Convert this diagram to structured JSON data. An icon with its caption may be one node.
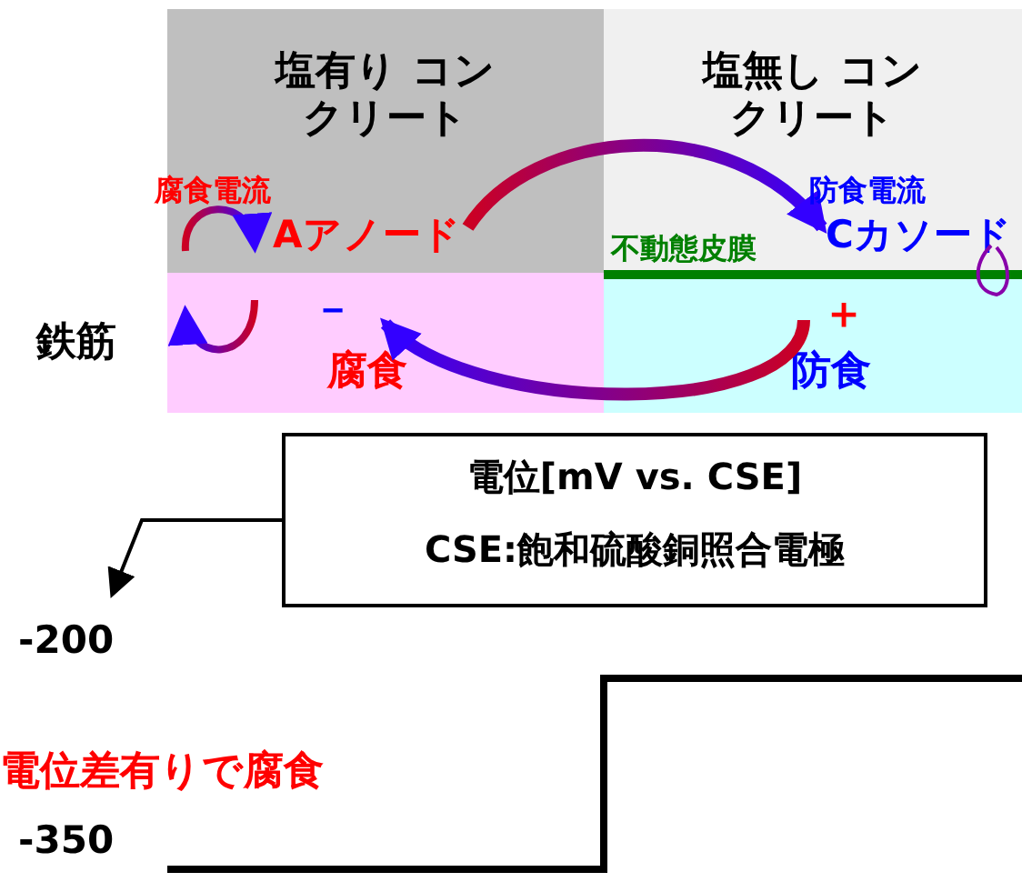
{
  "diagram": {
    "nodes": [
      {
        "text": [
          "塩有り コンクリート"
        ]
      },
      {
        "text": [
          "Aアノード"
        ],
        "in": 0
      },
      {
        "text": [
          "塩無し コンクリート"
        ]
      },
      {
        "text": [
          "Cカソード"
        ],
        "in": 2
      },
      {
        "text": [
          "腐食"
        ]
      },
      {
        "text": [
          "防食"
        ]
      },
      {
        "text": [
          "電位[mV vs. CSE]",
          "CSE:飽和硫酸銅照合電極"
        ]
      },
      {
        "text": [
          "-200"
        ]
      }
    ],
    "edges": [
      {
        "from": 1,
        "to": 3,
        "arrow": "to"
      },
      {
        "from": 5,
        "to": 4,
        "arrow": "to"
      },
      {
        "from": 6,
        "to": 7,
        "arrow": "to"
      }
    ],
    "labels": [
      "腐食電流",
      "防食電流",
      "不動態皮膜",
      "鉄筋",
      "－",
      "＋",
      "電位差有りで腐食",
      "-350"
    ]
  }
}
